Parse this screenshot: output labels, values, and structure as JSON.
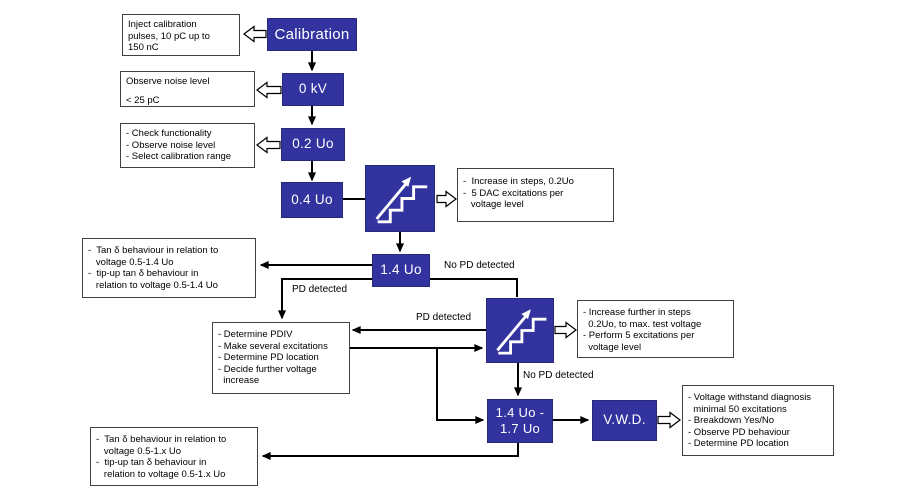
{
  "colors": {
    "node_fill": "#3333A0",
    "node_border": "#28287C",
    "node_text": "#FFFFFF",
    "connector": "#000000",
    "note_border": "#404040",
    "note_text": "#000000",
    "background": "#FFFFFF"
  },
  "nodes": {
    "calibration": "Calibration",
    "zero_kv": "0 kV",
    "u02": "0.2 Uo",
    "u04": "0.4 Uo",
    "u14": "1.4 Uo",
    "u14_17_line1": "1.4 Uo -",
    "u14_17_line2": "1.7 Uo",
    "vwd": "V.W.D."
  },
  "icons": {
    "stairs": "staircase-step-increase-arrow-icon",
    "hollow_arrow": "hollow-block-arrow-icon"
  },
  "notes": {
    "inject": [
      "Inject calibration",
      "pulses, 10 pC up to",
      "150 nC"
    ],
    "noise": [
      "Observe noise level",
      "< 25 pC"
    ],
    "check": [
      "- Check functionality",
      "- Observe noise level",
      "- Select calibration range"
    ],
    "steps1": [
      "-  Increase in steps, 0.2Uo",
      "-  5 DAC excitations per",
      "   voltage level"
    ],
    "tan14": [
      "-  Tan δ behaviour in relation to",
      "   voltage 0.5-1.4 Uo",
      "-  tip-up tan δ behaviour in",
      "   relation to voltage 0.5-1.4 Uo"
    ],
    "pdiv": [
      "- Determine PDIV",
      "- Make several excitations",
      "- Determine PD location",
      "- Decide further voltage",
      "  increase"
    ],
    "steps2": [
      "- Increase further in steps",
      "  0.2Uo, to max. test voltage",
      "- Perform 5 excitations per",
      "  voltage level"
    ],
    "vwd_info": [
      "- Voltage withstand diagnosis",
      "  minimal 50 excitations",
      "- Breakdown Yes/No",
      "- Observe PD behaviour",
      "- Determine PD location"
    ],
    "tan1x": [
      "-  Tan δ behaviour in relation to",
      "   voltage 0.5-1.x Uo",
      "-  tip-up tan δ behaviour in",
      "   relation to voltage 0.5-1.x Uo"
    ]
  },
  "edge_labels": {
    "pd_detected_upper": "PD detected",
    "no_pd_detected_upper": "No PD detected",
    "pd_detected_lower": "PD detected",
    "no_pd_detected_lower": "No PD detected"
  }
}
